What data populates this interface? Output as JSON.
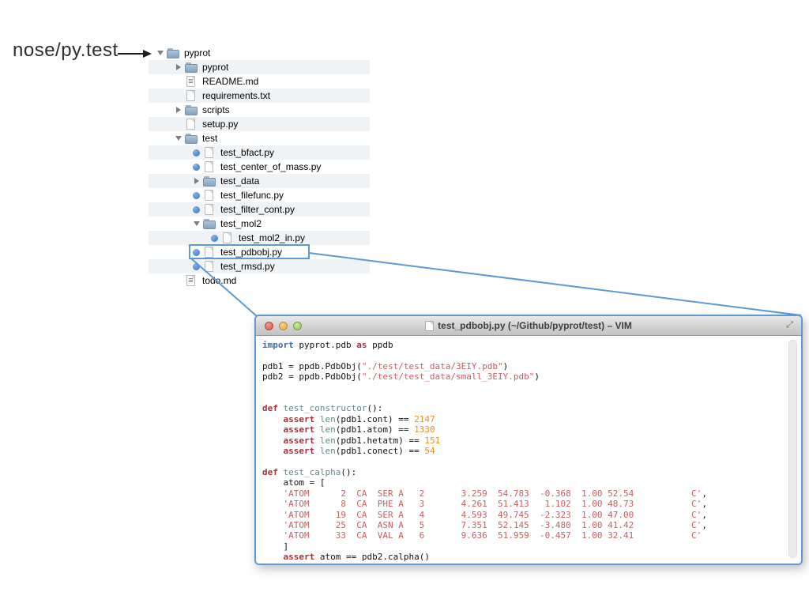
{
  "callout": {
    "label": "nose/py.test"
  },
  "colors": {
    "accent_blue": "#5c99d6",
    "row_stripe": "#f0f3f6",
    "dot_blue": "#4785cb",
    "keyword_red": "#a3323b",
    "import_blue": "#44699d",
    "string_red": "#c95f5d",
    "number_orange": "#ee8d1f",
    "function_teal": "#5e898c"
  },
  "tree": {
    "rows": [
      {
        "level": 0,
        "type": "folder",
        "disclosure": "open",
        "label": "pyprot",
        "stripe": false
      },
      {
        "level": 1,
        "type": "folder",
        "disclosure": "closed",
        "label": "pyprot",
        "stripe": true
      },
      {
        "level": 1,
        "type": "md",
        "label": "README.md",
        "stripe": false
      },
      {
        "level": 1,
        "type": "file",
        "label": "requirements.txt",
        "stripe": true
      },
      {
        "level": 1,
        "type": "folder",
        "disclosure": "closed",
        "label": "scripts",
        "stripe": false
      },
      {
        "level": 1,
        "type": "file",
        "label": "setup.py",
        "stripe": true
      },
      {
        "level": 1,
        "type": "folder",
        "disclosure": "open",
        "label": "test",
        "stripe": false
      },
      {
        "level": 2,
        "type": "file",
        "dot": true,
        "label": "test_bfact.py",
        "stripe": true
      },
      {
        "level": 2,
        "type": "file",
        "dot": true,
        "label": "test_center_of_mass.py",
        "stripe": false
      },
      {
        "level": 2,
        "type": "folder",
        "disclosure": "closed",
        "label": "test_data",
        "stripe": true
      },
      {
        "level": 2,
        "type": "file",
        "dot": true,
        "label": "test_filefunc.py",
        "stripe": false
      },
      {
        "level": 2,
        "type": "file",
        "dot": true,
        "label": "test_filter_cont.py",
        "stripe": true
      },
      {
        "level": 2,
        "type": "folder",
        "disclosure": "open",
        "label": "test_mol2",
        "stripe": false
      },
      {
        "level": 3,
        "type": "file",
        "dot": true,
        "label": "test_mol2_in.py",
        "stripe": true
      },
      {
        "level": 2,
        "type": "file",
        "dot": true,
        "label": "test_pdbobj.py",
        "stripe": false,
        "highlighted": true
      },
      {
        "level": 2,
        "type": "file",
        "dot": true,
        "label": "test_rmsd.py",
        "stripe": true
      },
      {
        "level": 1,
        "type": "md",
        "label": "todo.md",
        "stripe": false
      }
    ]
  },
  "editor": {
    "title": "test_pdbobj.py (~/Github/pyprot/test) – VIM",
    "lines": [
      [
        {
          "t": "import",
          "c": "kwi"
        },
        {
          "t": " pyprot.pdb ",
          "c": "p"
        },
        {
          "t": "as",
          "c": "kws"
        },
        {
          "t": " ppdb",
          "c": "p"
        }
      ],
      [],
      [
        {
          "t": "pdb1 = ppdb.PdbObj(",
          "c": "p"
        },
        {
          "t": "\"./test/test_data/3EIY.pdb\"",
          "c": "str"
        },
        {
          "t": ")",
          "c": "p"
        }
      ],
      [
        {
          "t": "pdb2 = ppdb.PdbObj(",
          "c": "p"
        },
        {
          "t": "\"./test/test_data/small_3EIY.pdb\"",
          "c": "str"
        },
        {
          "t": ")",
          "c": "p"
        }
      ],
      [],
      [],
      [
        {
          "t": "def",
          "c": "kws"
        },
        {
          "t": " ",
          "c": "p"
        },
        {
          "t": "test_constructor",
          "c": "fn"
        },
        {
          "t": "():",
          "c": "p"
        }
      ],
      [
        {
          "t": "    ",
          "c": "p"
        },
        {
          "t": "assert",
          "c": "kws"
        },
        {
          "t": " ",
          "c": "p"
        },
        {
          "t": "len",
          "c": "fn"
        },
        {
          "t": "(pdb1.cont) == ",
          "c": "p"
        },
        {
          "t": "2147",
          "c": "num"
        }
      ],
      [
        {
          "t": "    ",
          "c": "p"
        },
        {
          "t": "assert",
          "c": "kws"
        },
        {
          "t": " ",
          "c": "p"
        },
        {
          "t": "len",
          "c": "fn"
        },
        {
          "t": "(pdb1.atom) == ",
          "c": "p"
        },
        {
          "t": "1330",
          "c": "num"
        }
      ],
      [
        {
          "t": "    ",
          "c": "p"
        },
        {
          "t": "assert",
          "c": "kws"
        },
        {
          "t": " ",
          "c": "p"
        },
        {
          "t": "len",
          "c": "fn"
        },
        {
          "t": "(pdb1.hetatm) == ",
          "c": "p"
        },
        {
          "t": "151",
          "c": "num"
        }
      ],
      [
        {
          "t": "    ",
          "c": "p"
        },
        {
          "t": "assert",
          "c": "kws"
        },
        {
          "t": " ",
          "c": "p"
        },
        {
          "t": "len",
          "c": "fn"
        },
        {
          "t": "(pdb1.conect) == ",
          "c": "p"
        },
        {
          "t": "54",
          "c": "num"
        }
      ],
      [],
      [
        {
          "t": "def",
          "c": "kws"
        },
        {
          "t": " ",
          "c": "p"
        },
        {
          "t": "test_calpha",
          "c": "fn"
        },
        {
          "t": "():",
          "c": "p"
        }
      ],
      [
        {
          "t": "    atom = [",
          "c": "p"
        }
      ],
      [
        {
          "t": "    ",
          "c": "p"
        },
        {
          "t": "'ATOM      2  CA  SER A   2       3.259  54.783  -0.368  1.00 52.54           C'",
          "c": "str"
        },
        {
          "t": ",",
          "c": "p"
        }
      ],
      [
        {
          "t": "    ",
          "c": "p"
        },
        {
          "t": "'ATOM      8  CA  PHE A   3       4.261  51.413   1.102  1.00 48.73           C'",
          "c": "str"
        },
        {
          "t": ",",
          "c": "p"
        }
      ],
      [
        {
          "t": "    ",
          "c": "p"
        },
        {
          "t": "'ATOM     19  CA  SER A   4       4.593  49.745  -2.323  1.00 47.00           C'",
          "c": "str"
        },
        {
          "t": ",",
          "c": "p"
        }
      ],
      [
        {
          "t": "    ",
          "c": "p"
        },
        {
          "t": "'ATOM     25  CA  ASN A   5       7.351  52.145  -3.480  1.00 41.42           C'",
          "c": "str"
        },
        {
          "t": ",",
          "c": "p"
        }
      ],
      [
        {
          "t": "    ",
          "c": "p"
        },
        {
          "t": "'ATOM     33  CA  VAL A   6       9.636  51.959  -0.457  1.00 32.41           C'",
          "c": "str"
        }
      ],
      [
        {
          "t": "    ]",
          "c": "p"
        }
      ],
      [
        {
          "t": "    ",
          "c": "p"
        },
        {
          "t": "assert",
          "c": "kws"
        },
        {
          "t": " atom == pdb2.calpha()",
          "c": "p"
        }
      ]
    ]
  }
}
